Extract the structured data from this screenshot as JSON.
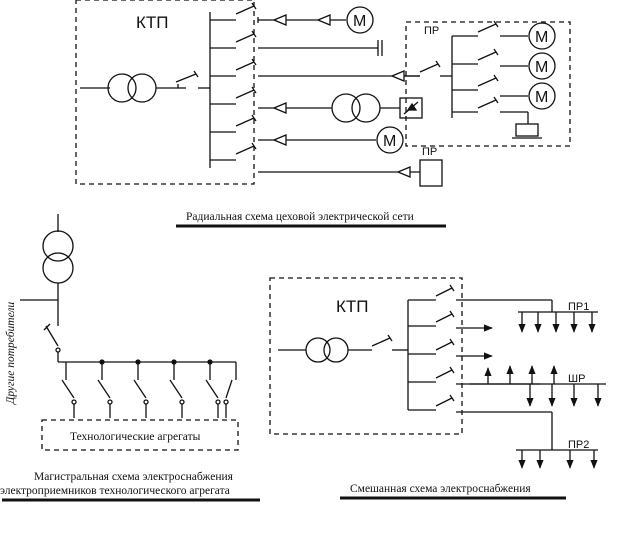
{
  "radial": {
    "ktp_label": "КТП",
    "pr_label_1": "ПР",
    "pr_label_2": "ПР",
    "motor_label": "M",
    "caption": "Радиальная схема цеховой электрической сети"
  },
  "trunk": {
    "side_label": "Другие потребители",
    "box_label": "Технологические агрегаты",
    "caption_line1": "Магистральная схема электроснабжения",
    "caption_line2": "электроприемников технологического агрегата"
  },
  "mixed": {
    "ktp_label": "КТП",
    "pr1_label": "ПР1",
    "shr_label": "ШР",
    "pr2_label": "ПР2",
    "caption": "Смешанная схема электроснабжения"
  }
}
